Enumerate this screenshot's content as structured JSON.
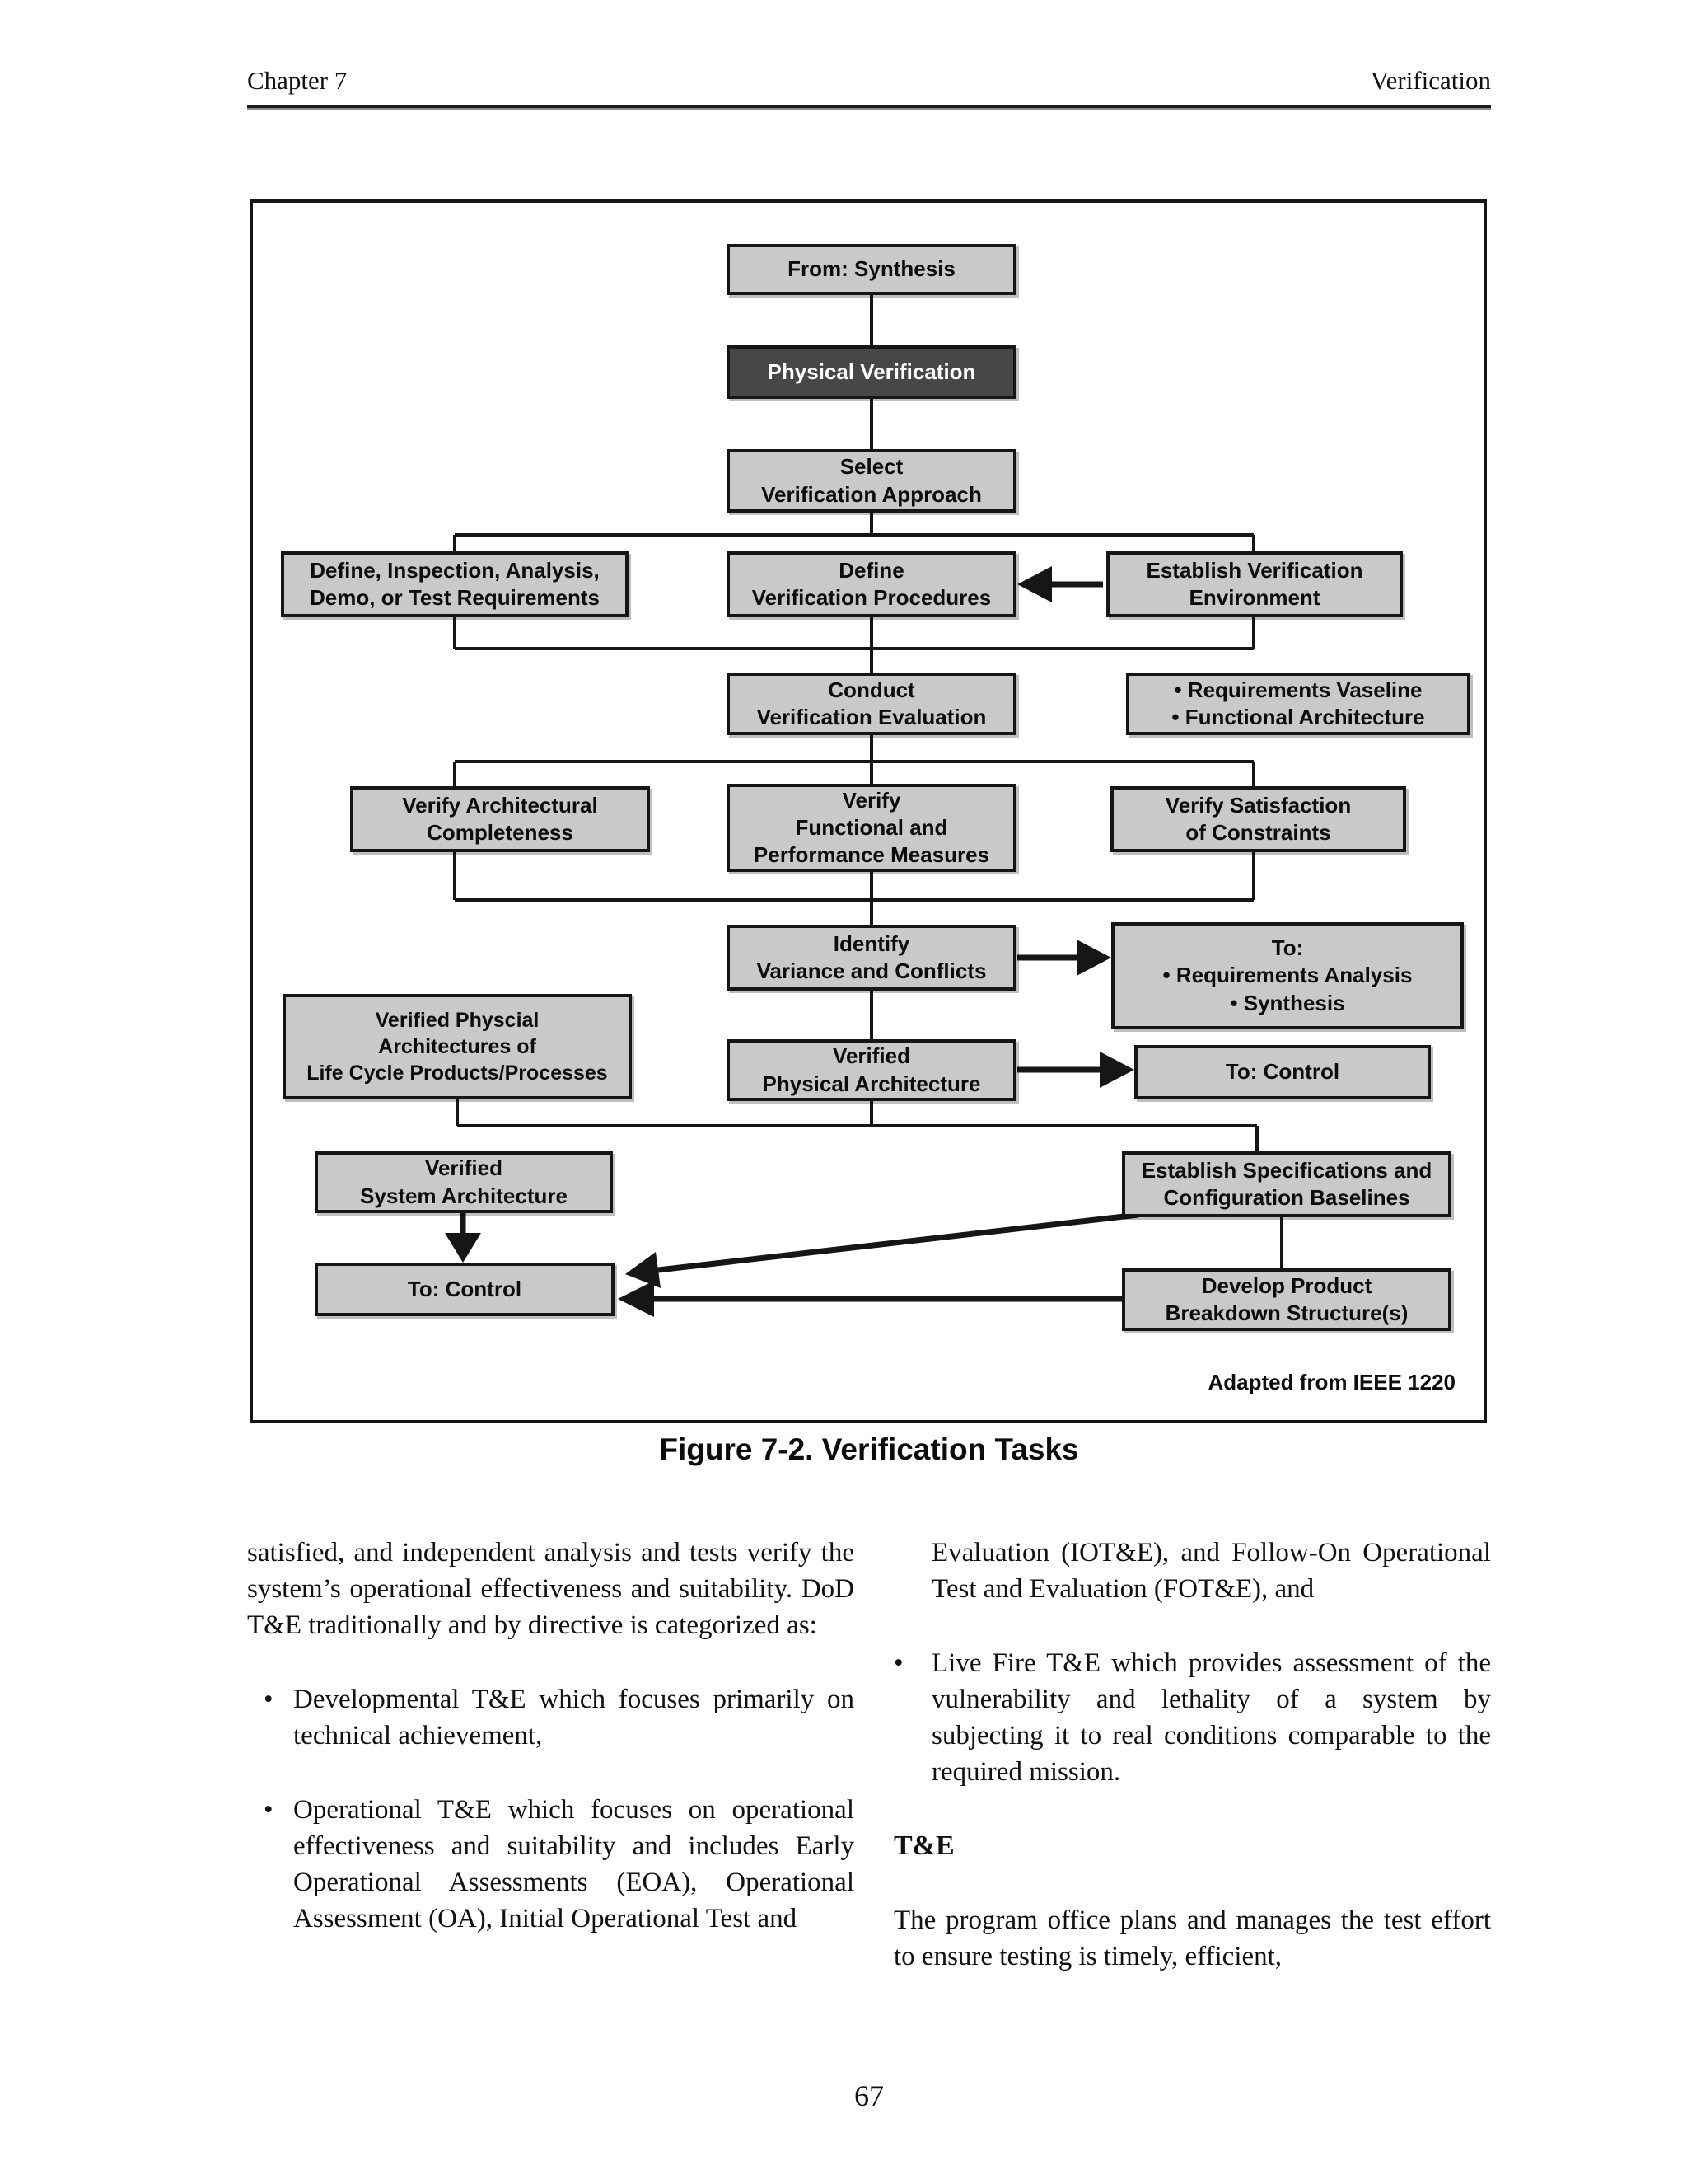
{
  "page": {
    "header_left": "Chapter 7",
    "header_right": "Verification",
    "page_number": "67"
  },
  "figure": {
    "caption": "Figure 7-2. Verification Tasks",
    "credit": "Adapted from IEEE 1220",
    "nodes": {
      "from_synthesis": {
        "lines": [
          "From: Synthesis"
        ]
      },
      "physical_verification": {
        "lines": [
          "Physical Verification"
        ]
      },
      "select_approach": {
        "lines": [
          "Select",
          "Verification Approach"
        ]
      },
      "define_requirements": {
        "lines": [
          "Define, Inspection, Analysis,",
          "Demo, or Test Requirements"
        ]
      },
      "define_procedures": {
        "lines": [
          "Define",
          "Verification Procedures"
        ]
      },
      "establish_environment": {
        "lines": [
          "Establish Verification",
          "Environment"
        ]
      },
      "conduct_evaluation": {
        "lines": [
          "Conduct",
          "Verification Evaluation"
        ]
      },
      "baseline_note": {
        "lines": [
          "• Requirements Vaseline",
          "• Functional Architecture"
        ]
      },
      "verify_completeness": {
        "lines": [
          "Verify Architectural",
          "Completeness"
        ]
      },
      "verify_functional": {
        "lines": [
          "Verify",
          "Functional and",
          "Performance Measures"
        ]
      },
      "verify_constraints": {
        "lines": [
          "Verify Satisfaction",
          "of Constraints"
        ]
      },
      "identify_variance": {
        "lines": [
          "Identify",
          "Variance and Conflicts"
        ]
      },
      "to_requirements": {
        "lines": [
          "To:",
          "• Requirements Analysis",
          "• Synthesis"
        ]
      },
      "verified_physcial": {
        "lines": [
          "Verified Physcial",
          "Architectures of",
          "Life Cycle Products/Processes"
        ]
      },
      "verified_physical_architecture": {
        "lines": [
          "Verified",
          "Physical Architecture"
        ]
      },
      "to_control_upper": {
        "lines": [
          "To: Control"
        ]
      },
      "verified_system": {
        "lines": [
          "Verified",
          "System Architecture"
        ]
      },
      "establish_specifications": {
        "lines": [
          "Establish Specifications and",
          "Configuration Baselines"
        ]
      },
      "to_control_lower": {
        "lines": [
          "To: Control"
        ]
      },
      "develop_product": {
        "lines": [
          "Develop Product",
          "Breakdown Structure(s)"
        ]
      }
    },
    "colors": {
      "box_fill": "#c9c9c9",
      "box_dark_fill": "#474747",
      "line": "#161616"
    }
  },
  "body": {
    "left_column": {
      "paragraph": "satisfied, and independent analysis and tests verify the system’s operational effectiveness and suitability. DoD T&E traditionally and by directive is categorized as:",
      "bullet_marker": "•",
      "bullets": [
        "Developmental T&E which focuses primarily on technical achievement,",
        "Operational T&E which focuses on operational effectiveness and suitability and includes Early Operational Assessments (EOA), Operational Assessment (OA), Initial Operational Test and"
      ]
    },
    "right_column": {
      "continuation": "Evaluation (IOT&E), and Follow-On Operational Test and Evaluation (FOT&E), and",
      "bullet_marker": "•",
      "bullets": [
        "Live Fire T&E which provides assessment of the vulnerability and lethality of a system by subjecting it to real conditions comparable to the required mission."
      ],
      "heading": "T&E",
      "paragraph": "The program office plans and manages the test effort to ensure testing is timely, efficient,"
    }
  }
}
